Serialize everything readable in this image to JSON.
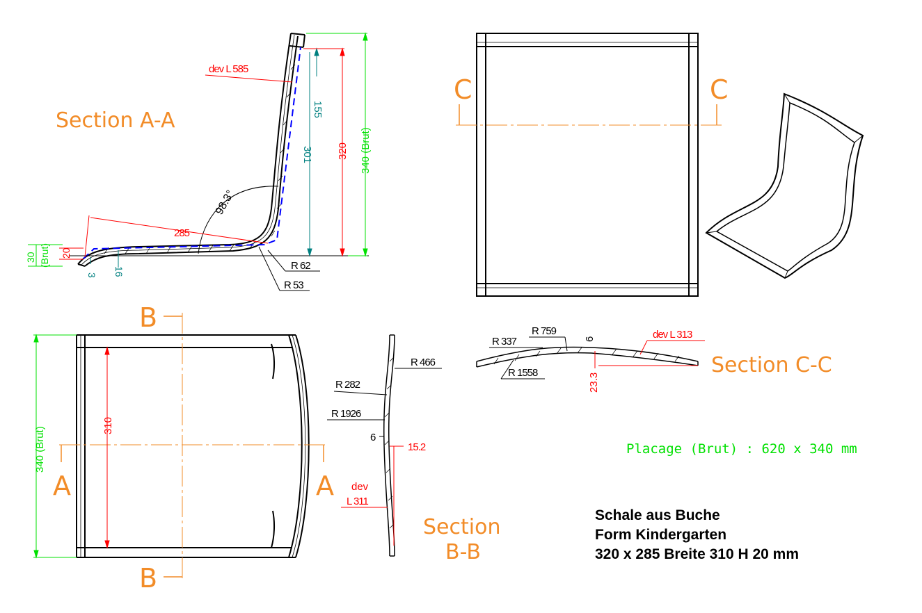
{
  "colors": {
    "outline": "#000000",
    "dimension_red": "#ff0000",
    "dimension_green": "#00e000",
    "dimension_teal": "#008080",
    "section_orange": "#f28c28",
    "mold_blue": "#0000ff"
  },
  "section_aa": {
    "title": "Section A-A",
    "dims": {
      "dev_length": "dev L 585",
      "height_155": "155",
      "height_301": "301",
      "height_320": "320",
      "height_340": "340 (Brut)",
      "angle": "98.3°",
      "length_285": "285",
      "radius_62": "R 62",
      "radius_53": "R 53",
      "thick_20": "20",
      "thick_30": "30",
      "thick_30_brut": "(Brut)",
      "val_3": "3",
      "val_16": "16"
    }
  },
  "top_view": {
    "cut_left": "C",
    "cut_right": "C"
  },
  "front_view": {
    "cut_top": "B",
    "cut_bottom": "B",
    "cut_left": "A",
    "cut_right": "A",
    "height_340": "340 (Brut)",
    "height_310": "310"
  },
  "section_bb": {
    "title_line1": "Section",
    "title_line2": "B-B",
    "dims": {
      "r466": "R 466",
      "r282": "R 282",
      "r1926": "R 1926",
      "thick_6": "6",
      "val_152": "15.2",
      "dev": "dev",
      "dev_length": "L 311"
    }
  },
  "section_cc": {
    "title": "Section C-C",
    "dims": {
      "r337": "R 337",
      "r759": "R 759",
      "thick_6": "6",
      "dev_length": "dev L 313",
      "r1558": "R 1558",
      "val_233": "23.3"
    }
  },
  "placage": "Placage (Brut) : 620 x 340 mm",
  "notes": [
    "Schale aus Buche",
    "Form Kindergarten",
    "320 x 285 Breite 310 H 20 mm"
  ]
}
